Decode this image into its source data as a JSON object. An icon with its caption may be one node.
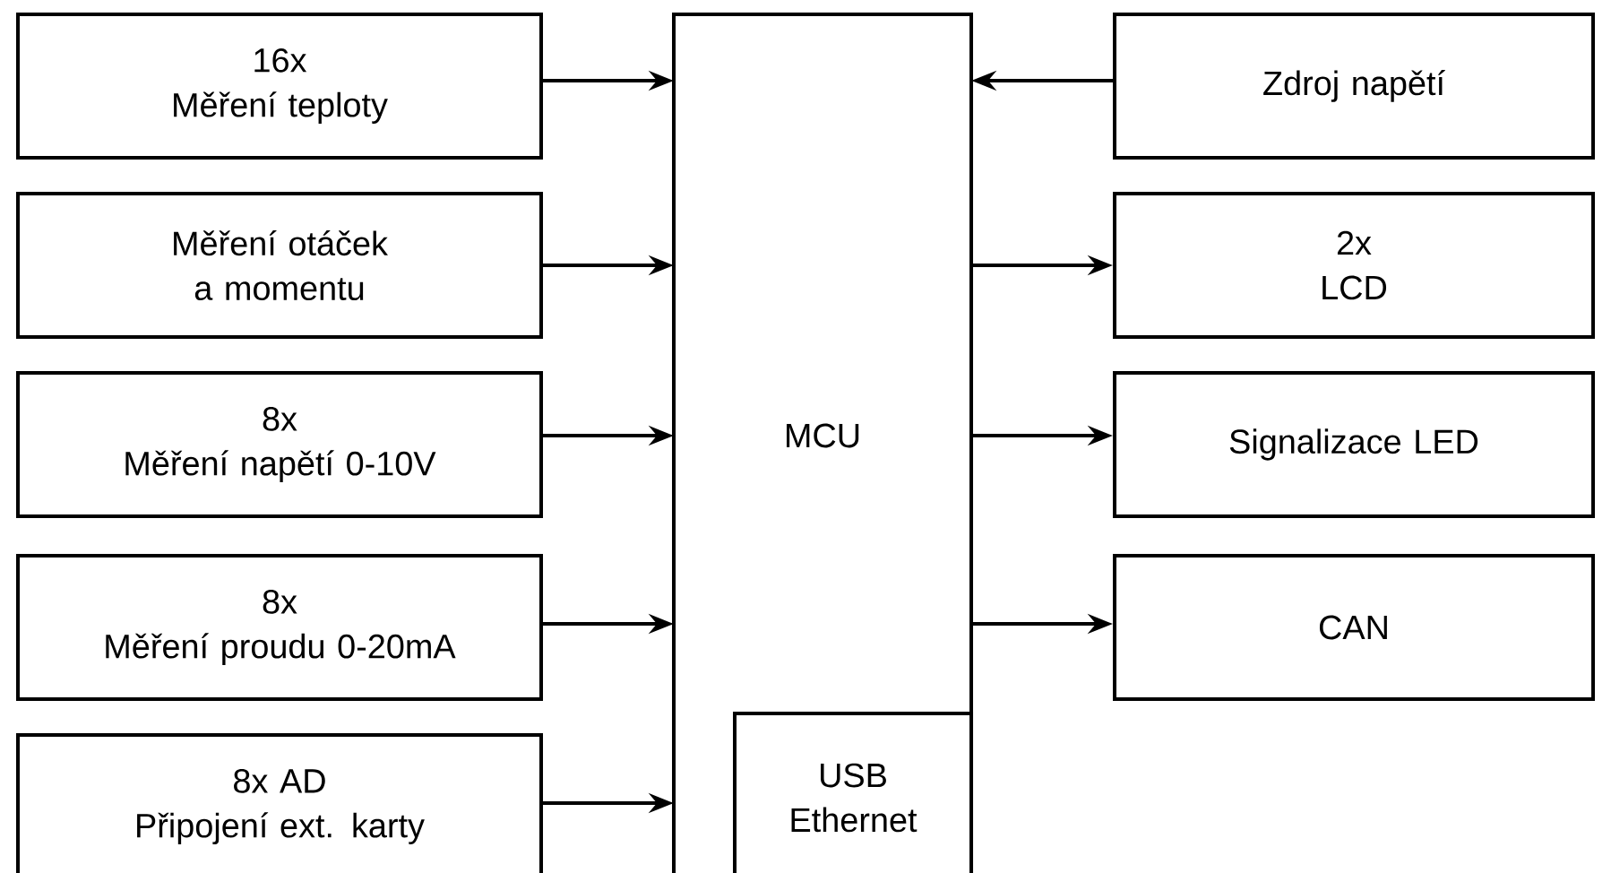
{
  "diagram": {
    "nodes": [
      {
        "text": [
          "16x",
          "Měření teploty"
        ]
      },
      {
        "text": [
          "Měření otáček a momentu"
        ]
      },
      {
        "text": [
          "8x",
          "Měření napětí 0-10V"
        ]
      },
      {
        "text": [
          "8x",
          "Měření proudu 0-20mA"
        ]
      },
      {
        "text": [
          "8x AD",
          "Připojení ext. karty"
        ]
      },
      {
        "text": [
          "MCU"
        ]
      },
      {
        "text": [
          "USB Ethernet"
        ],
        "in": 5
      },
      {
        "text": [
          "Zdroj napětí"
        ]
      },
      {
        "text": [
          "2x",
          "LCD"
        ]
      },
      {
        "text": [
          "Signalizace LED"
        ]
      },
      {
        "text": [
          "CAN"
        ]
      }
    ],
    "edges": [
      {
        "from": 0,
        "to": 5,
        "arrow": "to"
      },
      {
        "from": 1,
        "to": 5,
        "arrow": "to"
      },
      {
        "from": 2,
        "to": 5,
        "arrow": "to"
      },
      {
        "from": 3,
        "to": 5,
        "arrow": "to"
      },
      {
        "from": 4,
        "to": 5,
        "arrow": "to"
      },
      {
        "from": 7,
        "to": 5,
        "arrow": "to"
      },
      {
        "from": 5,
        "to": 8,
        "arrow": "to"
      },
      {
        "from": 5,
        "to": 9,
        "arrow": "to"
      },
      {
        "from": 5,
        "to": 10,
        "arrow": "to"
      }
    ]
  }
}
